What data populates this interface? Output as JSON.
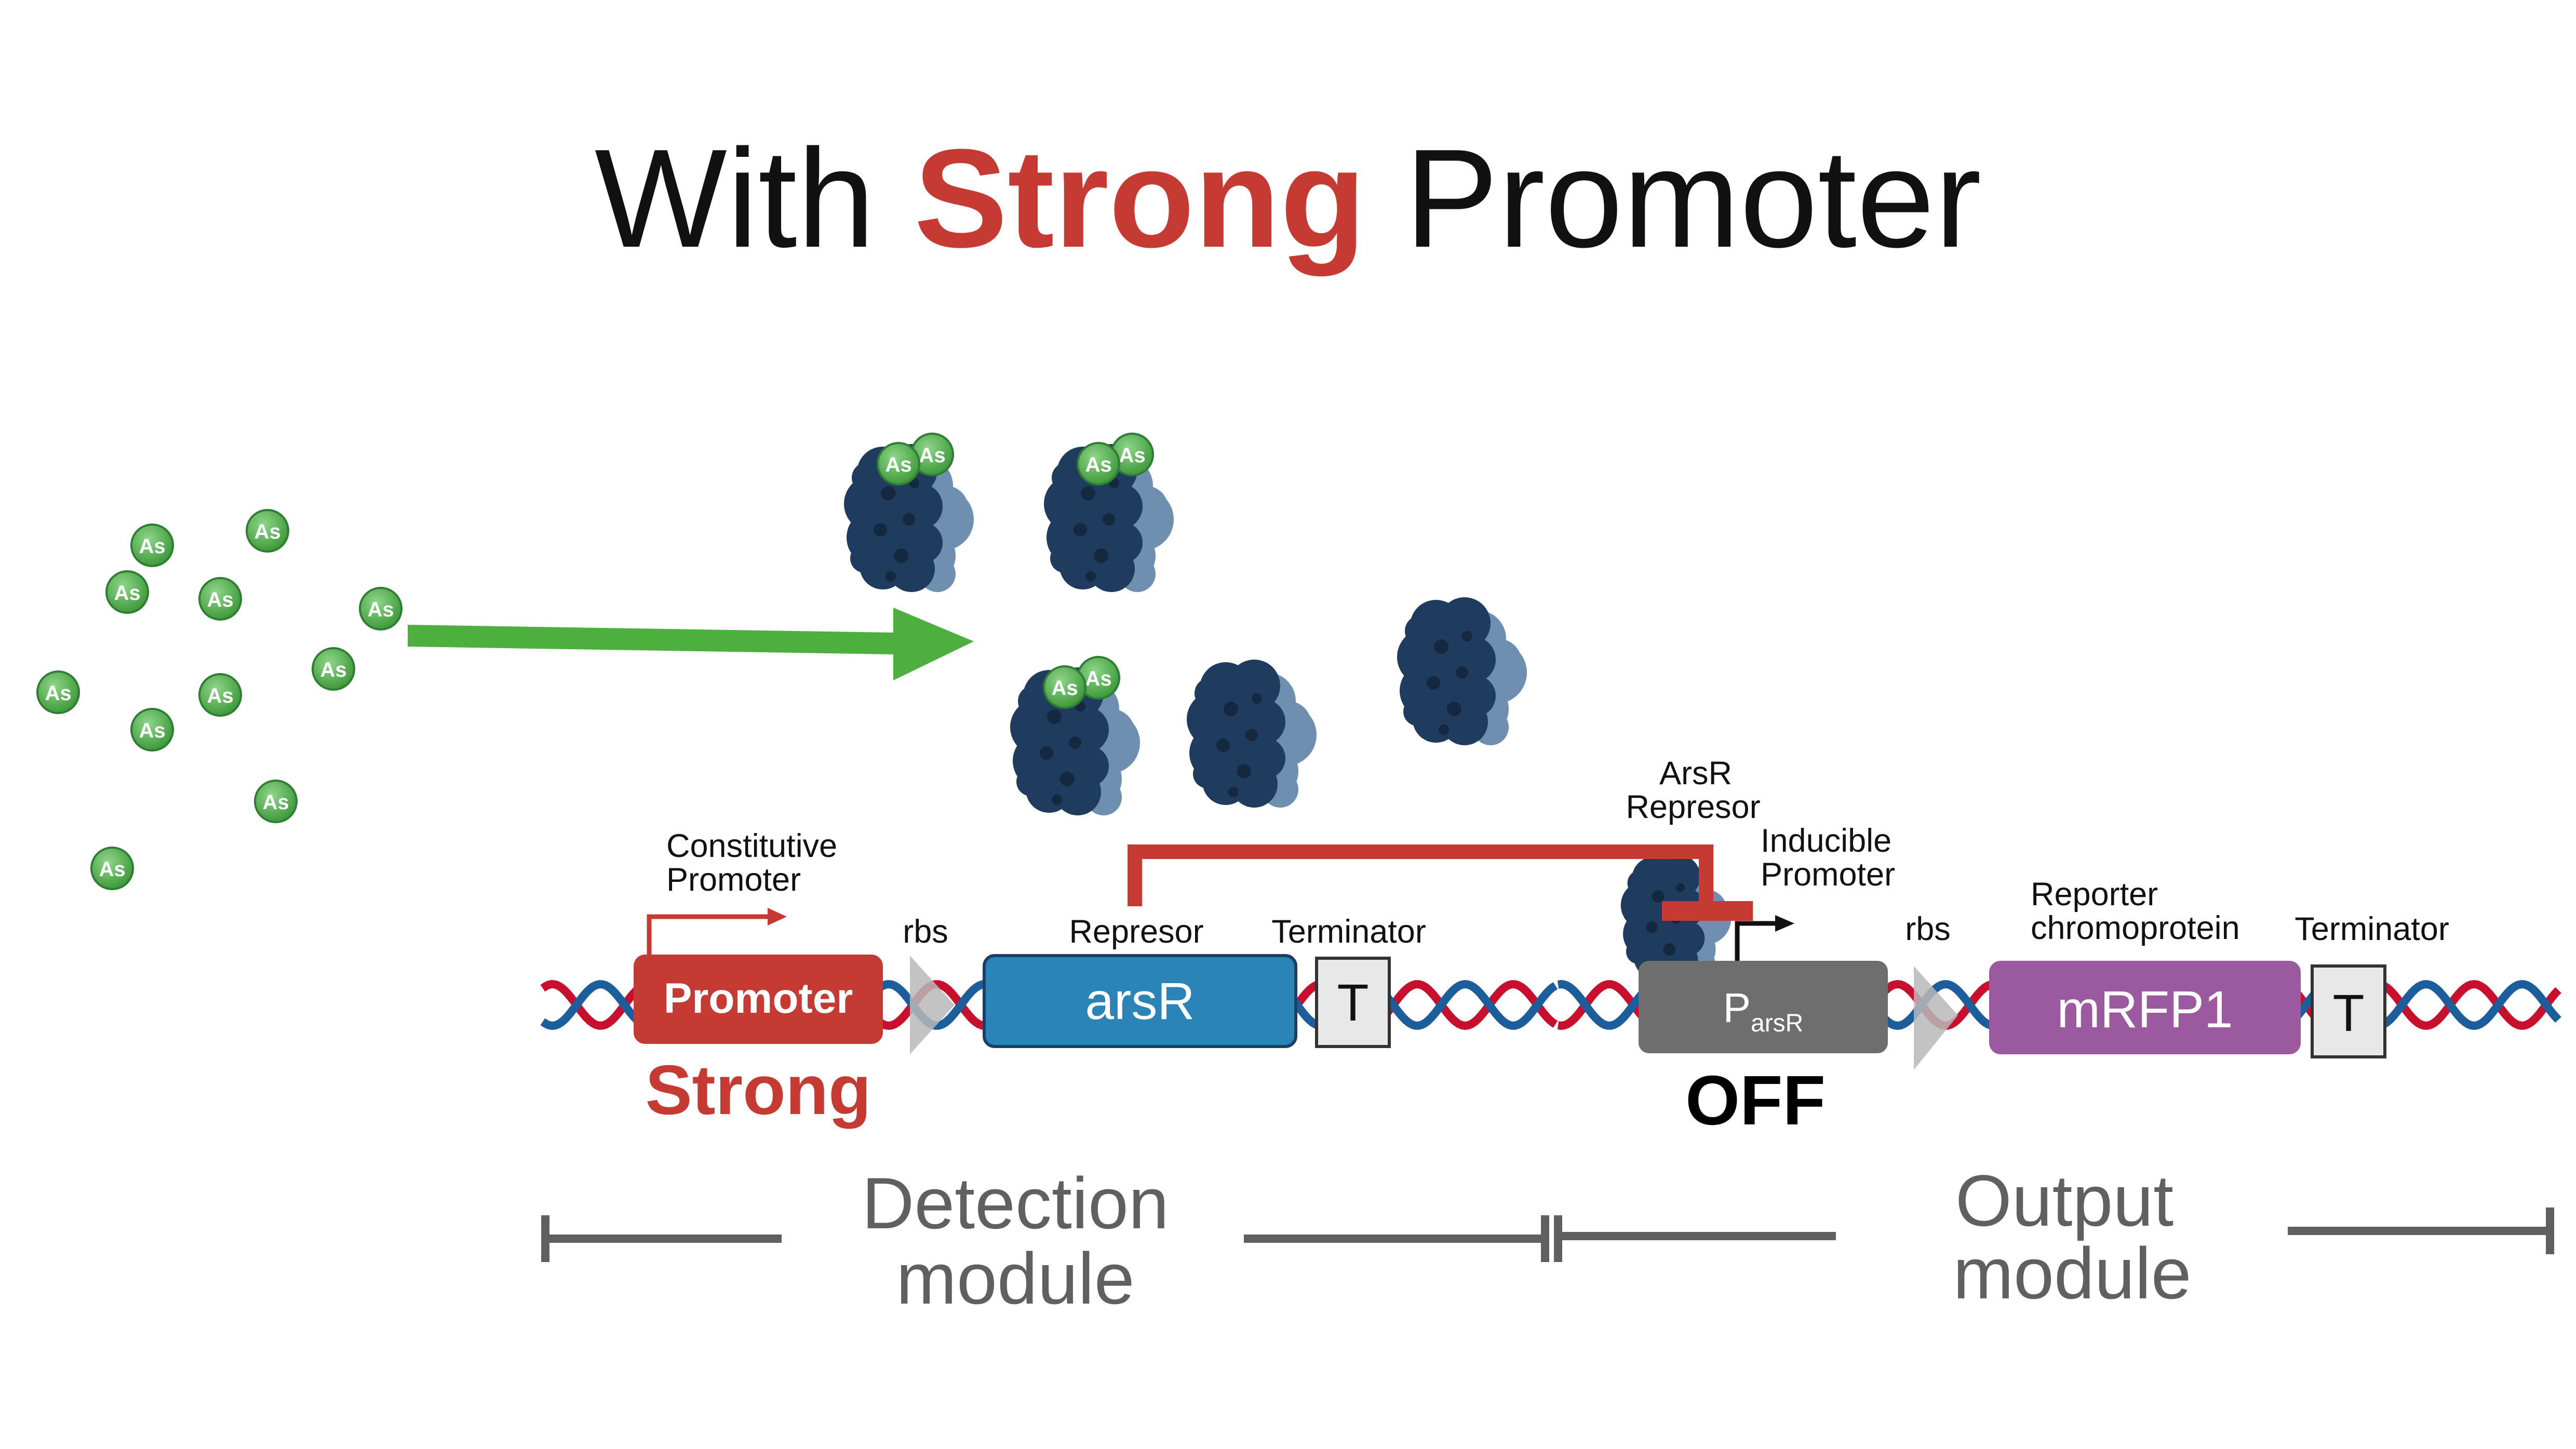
{
  "title": {
    "prefix": "With ",
    "highlight": "Strong",
    "suffix": " Promoter"
  },
  "colors": {
    "accent_red": "#c53a32",
    "arrow_green": "#4caf3e",
    "as_green": "#5db85a",
    "protein_dark": "#1f3b5e",
    "protein_light": "#6f8fb1",
    "dna_red": "#c8102e",
    "dna_blue": "#1b5e9b",
    "arsR_blue": "#2a84b8",
    "parsR_gray": "#6e6e6e",
    "mrfp_purple": "#9b5aa0",
    "module_gray": "#606060"
  },
  "arsenic": {
    "label": "As"
  },
  "detection": {
    "constitutive_label_1": "Constitutive",
    "constitutive_label_2": "Promoter",
    "promoter_box": "Promoter",
    "strength": "Strong",
    "rbs": "rbs",
    "repressor_label": "Represor",
    "gene": "arsR",
    "terminator_label": "Terminator",
    "terminator_box": "T"
  },
  "output": {
    "repressor_label_1": "ArsR",
    "repressor_label_2": "Represor",
    "inducible_label_1": "Inducible",
    "inducible_label_2": "Promoter",
    "promoter_main": "P",
    "promoter_sub": "arsR",
    "state": "OFF",
    "rbs": "rbs",
    "reporter_label_1": "Reporter",
    "reporter_label_2": "chromoprotein",
    "gene": "mRFP1",
    "terminator_label": "Terminator",
    "terminator_box": "T"
  },
  "modules": {
    "detection_1": "Detection",
    "detection_2": "module",
    "output_1": "Output",
    "output_2": "module"
  }
}
